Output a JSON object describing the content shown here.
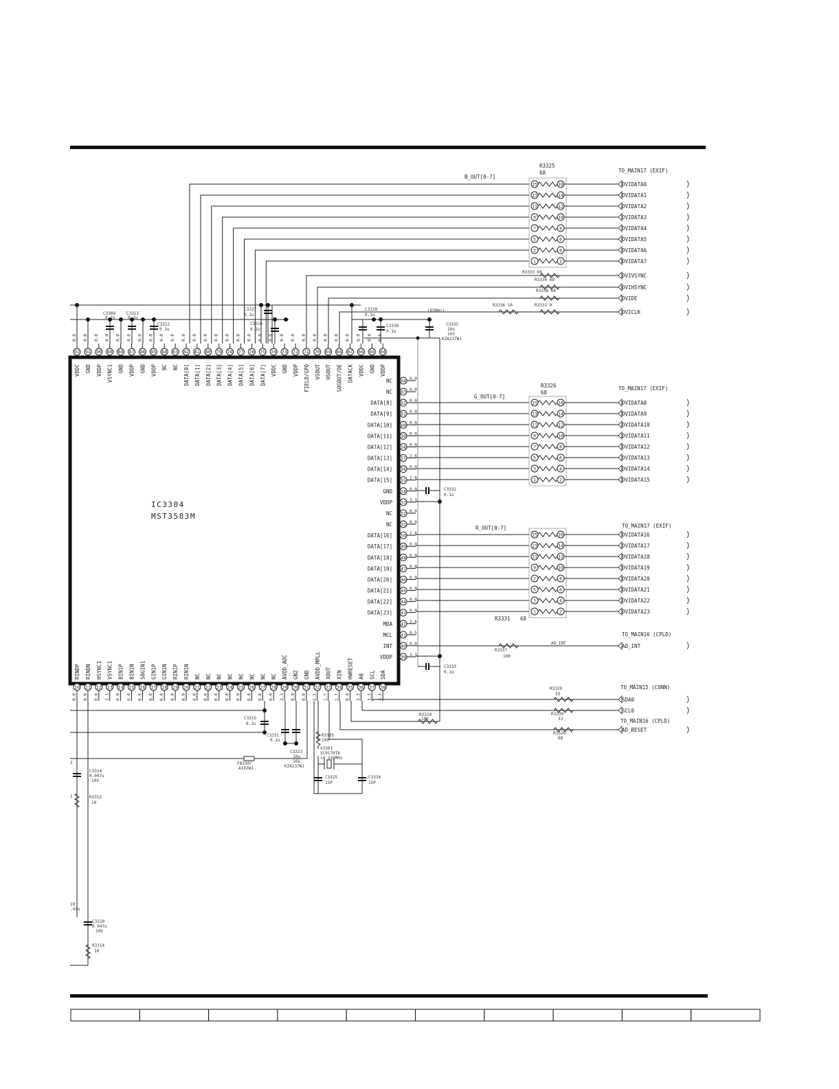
{
  "ic": {
    "ref": "IC3304",
    "part": "MST3583M",
    "top_pins": [
      {
        "num": "92",
        "name": "VDDC"
      },
      {
        "num": "91",
        "name": "GND"
      },
      {
        "num": "90",
        "name": "VDDP"
      },
      {
        "num": "89",
        "name": "VSYNC1"
      },
      {
        "num": "88",
        "name": "GND"
      },
      {
        "num": "87",
        "name": "VDDP"
      },
      {
        "num": "86",
        "name": "GND"
      },
      {
        "num": "85",
        "name": "VDDP"
      },
      {
        "num": "84",
        "name": "NC"
      },
      {
        "num": "83",
        "name": "NC"
      },
      {
        "num": "82",
        "name": "DATA[0]"
      },
      {
        "num": "81",
        "name": "DATA[1]"
      },
      {
        "num": "80",
        "name": "DATA[2]"
      },
      {
        "num": "79",
        "name": "DATA[3]"
      },
      {
        "num": "78",
        "name": "DATA[4]"
      },
      {
        "num": "77",
        "name": "DATA[5]"
      },
      {
        "num": "76",
        "name": "DATA[6]"
      },
      {
        "num": "75",
        "name": "DATA[7]"
      },
      {
        "num": "74",
        "name": "VDDC"
      },
      {
        "num": "73",
        "name": "GND"
      },
      {
        "num": "72",
        "name": "VDDP"
      },
      {
        "num": "71",
        "name": "FIELD/GPO"
      },
      {
        "num": "70",
        "name": "VSOUT"
      },
      {
        "num": "69",
        "name": "HSOUT"
      },
      {
        "num": "68",
        "name": "SOGOUT/DE"
      },
      {
        "num": "67",
        "name": "DATACK"
      },
      {
        "num": "66",
        "name": "VDDC"
      },
      {
        "num": "65",
        "name": "GND"
      },
      {
        "num": "64",
        "name": "VDDP"
      }
    ],
    "right_pins": [
      {
        "num": "64",
        "name": "NC",
        "v": "0.0"
      },
      {
        "num": "63",
        "name": "NC",
        "v": "0.0"
      },
      {
        "num": "62",
        "name": "DATA[8]",
        "v": "0.0"
      },
      {
        "num": "61",
        "name": "DATA[9]",
        "v": "0.0"
      },
      {
        "num": "60",
        "name": "DATA[10]",
        "v": "0.0"
      },
      {
        "num": "59",
        "name": "DATA[11]",
        "v": "0.0"
      },
      {
        "num": "58",
        "name": "DATA[12]",
        "v": "0.0"
      },
      {
        "num": "57",
        "name": "DATA[13]",
        "v": "2.6"
      },
      {
        "num": "56",
        "name": "DATA[14]",
        "v": "0.0"
      },
      {
        "num": "55",
        "name": "DATA[15]",
        "v": "2.6"
      },
      {
        "num": "54",
        "name": "GND",
        "v": "0.0"
      },
      {
        "num": "53",
        "name": "VDDP",
        "v": "3.3"
      },
      {
        "num": "52",
        "name": "NC",
        "v": "0.0"
      },
      {
        "num": "51",
        "name": "NC",
        "v": "0.0"
      },
      {
        "num": "50",
        "name": "DATA[16]",
        "v": "2.6"
      },
      {
        "num": "49",
        "name": "DATA[17]",
        "v": "0.0"
      },
      {
        "num": "48",
        "name": "DATA[18]",
        "v": "0.0"
      },
      {
        "num": "47",
        "name": "DATA[19]",
        "v": "0.0"
      },
      {
        "num": "46",
        "name": "DATA[20]",
        "v": "0.0"
      },
      {
        "num": "45",
        "name": "DATA[21]",
        "v": "0.0"
      },
      {
        "num": "44",
        "name": "DATA[22]",
        "v": "0.0"
      },
      {
        "num": "43",
        "name": "DATA[23]",
        "v": "0.0"
      },
      {
        "num": "42",
        "name": "MDA",
        "v": "2.6"
      },
      {
        "num": "41",
        "name": "MCL",
        "v": "0.5"
      },
      {
        "num": "40",
        "name": "INT",
        "v": "0.0"
      },
      {
        "num": "39",
        "name": "VDDP",
        "v": "3.3"
      }
    ],
    "bottom_pins": [
      {
        "num": "10",
        "name": "RINDP",
        "v": "0.0"
      },
      {
        "num": "11",
        "name": "RINDN",
        "v": "0.0"
      },
      {
        "num": "12",
        "name": "HSYNC1",
        "v": "0.0"
      },
      {
        "num": "13",
        "name": "VSYNC1",
        "v": "2.1"
      },
      {
        "num": "14",
        "name": "BIN1P",
        "v": "0.0"
      },
      {
        "num": "15",
        "name": "BIN1N",
        "v": "0.0"
      },
      {
        "num": "16",
        "name": "SOGIN1",
        "v": "0.0"
      },
      {
        "num": "17",
        "name": "GIN1P",
        "v": "0.0"
      },
      {
        "num": "18",
        "name": "GIN1N",
        "v": "0.0"
      },
      {
        "num": "19",
        "name": "RIN1P",
        "v": "0.0"
      },
      {
        "num": "20",
        "name": "RIN1N",
        "v": "0.0"
      },
      {
        "num": "21",
        "name": "NC",
        "v": "0.0"
      },
      {
        "num": "22",
        "name": "NC",
        "v": "0.0"
      },
      {
        "num": "23",
        "name": "NC",
        "v": "0.0"
      },
      {
        "num": "24",
        "name": "NC",
        "v": "0.0"
      },
      {
        "num": "25",
        "name": "NC",
        "v": "0.0"
      },
      {
        "num": "26",
        "name": "NC",
        "v": "0.0"
      },
      {
        "num": "27",
        "name": "NC",
        "v": "0.0"
      },
      {
        "num": "28",
        "name": "NC",
        "v": "0.0"
      },
      {
        "num": "29",
        "name": "AVDD_ADC",
        "v": "3.3"
      },
      {
        "num": "30",
        "name": "GN2",
        "v": "0.0"
      },
      {
        "num": "31",
        "name": "GND",
        "v": "0.0"
      },
      {
        "num": "32",
        "name": "AVDD_MPLL",
        "v": "3.3"
      },
      {
        "num": "33",
        "name": "XOUT",
        "v": "1.7"
      },
      {
        "num": "34",
        "name": "XIN",
        "v": "1.7"
      },
      {
        "num": "35",
        "name": "HWRESET",
        "v": "0.0"
      },
      {
        "num": "36",
        "name": "A0",
        "v": "3.3"
      },
      {
        "num": "37",
        "name": "SCL",
        "v": "3.3"
      },
      {
        "num": "38",
        "name": "SDA",
        "v": "3.3"
      }
    ]
  },
  "buses": {
    "b_out": "B_OUT[0-7]",
    "g_out": "G_OUT[0-7]",
    "r_out": "R_OUT[0-7]",
    "freq_note": "(85MHz)",
    "ad_int_net": "AD_INT"
  },
  "arrays": [
    {
      "ref": "R3325",
      "value": "68",
      "pins": [
        [
          "15",
          "16"
        ],
        [
          "13",
          "14"
        ],
        [
          "11",
          "12"
        ],
        [
          "9",
          "10"
        ],
        [
          "7",
          "8"
        ],
        [
          "5",
          "6"
        ],
        [
          "3",
          "4"
        ],
        [
          "1",
          "2"
        ]
      ]
    },
    {
      "ref": "R3326",
      "value": "68",
      "pins": [
        [
          "15",
          "16"
        ],
        [
          "13",
          "14"
        ],
        [
          "11",
          "12"
        ],
        [
          "9",
          "10"
        ],
        [
          "7",
          "8"
        ],
        [
          "5",
          "6"
        ],
        [
          "3",
          "4"
        ],
        [
          "1",
          "2"
        ]
      ]
    },
    {
      "ref": "R3331",
      "value": "68",
      "pins": [
        [
          "15",
          "16"
        ],
        [
          "13",
          "14"
        ],
        [
          "11",
          "12"
        ],
        [
          "9",
          "10"
        ],
        [
          "7",
          "8"
        ],
        [
          "5",
          "6"
        ],
        [
          "3",
          "4"
        ],
        [
          "1",
          "2"
        ]
      ]
    }
  ],
  "connectors": {
    "main17_exif": "TO_MAIN17 (EXIF)",
    "main16_cpld": "TO_MAIN16 (CPLD)",
    "main15_conn": "TO_MAIN15 (CONN)",
    "b_signals": [
      "DVIDATA0",
      "DVIDATA1",
      "DVIDATA2",
      "DVIDATA3",
      "DVIDATA4",
      "DVIDATA5",
      "DVIDATA6",
      "DVIDATA7"
    ],
    "g_signals": [
      "DVIDATA8",
      "DVIDATA9",
      "DVIDATA10",
      "DVIDATA11",
      "DVIDATA12",
      "DVIDATA13",
      "DVIDATA14",
      "DVIDATA15"
    ],
    "r_signals": [
      "DVIDATA16",
      "DVIDATA17",
      "DVIDATA18",
      "DVIDATA19",
      "DVIDATA20",
      "DVIDATA21",
      "DVIDATA22",
      "DVIDATA23"
    ],
    "sync_signals": [
      "DVIVSYNC",
      "DVIHSYNC",
      "DVIDE",
      "DVICLK"
    ],
    "ad_int": "AD_INT",
    "sda": "SDA0",
    "scl": "SCL0",
    "reset": "AD_RESET"
  },
  "components": {
    "r3333": "R3333 68",
    "r3334": "R3334 68",
    "r3338": "R3338 68",
    "r3336": "R3336 10",
    "r3332": "R3332 0",
    "r3337": "R3337",
    "r3337v": "100",
    "r3329": "R3329",
    "r3329v": "33",
    "r3330": "R3330",
    "r3330v": "33",
    "r3328": "R3328",
    "r3328v": "68",
    "r3319": "R3319",
    "r3319v": "10K",
    "r3335": "R3335",
    "r3335v": "100",
    "r3312": "R3312",
    "r3312v": "10",
    "r3314": "R3314",
    "r3314v": "10",
    "c3308": "C3308",
    "c3308v": "0.1u",
    "c3311": "C3311",
    "c3311v": "0.1u",
    "c3312": "C3312",
    "c3312v": "0.1u",
    "c3327": "C3327",
    "c3327v": "0.1u",
    "c3316": "C3316",
    "c3316v": "0.1u",
    "c3328": "C3328",
    "c3328v": "0.1u",
    "c3330": "C3330",
    "c3330v": "0.1u",
    "c3335": "C3335",
    "c3335v": "10u",
    "c3335v2": "16V",
    "c3335p": "KZA237WJ",
    "c3332": "C3332",
    "c3332v": "0.1u",
    "c3333": "C3333",
    "c3333v": "0.1u",
    "c3315": "C3315",
    "c3315v": "0.1u",
    "c3331": "C3331",
    "c3331v": "0.1u",
    "c3323": "C3323",
    "c3323v": "10u",
    "c3323v2": "16V",
    "c3323p": "KZA237WJ",
    "fb3307": "FB3307",
    "fb3307p": "A192WJ",
    "x3301": "X3301",
    "x3301p": "SC0170TA",
    "x3301f": "14.318MHz",
    "c3325": "C3325",
    "c3325v": "15P",
    "c3334": "C3334",
    "c3334v": "15P",
    "c3314": "C3314",
    "c3314v": "0.047u",
    "c3314v2": "10V",
    "c3320": "C3320",
    "c3320v": "0.047u",
    "c3320v2": "10V",
    "c_edge_a": "19",
    "c_edge_b": ".47u",
    "r_edge": "1",
    "c_edge_c": "2"
  }
}
